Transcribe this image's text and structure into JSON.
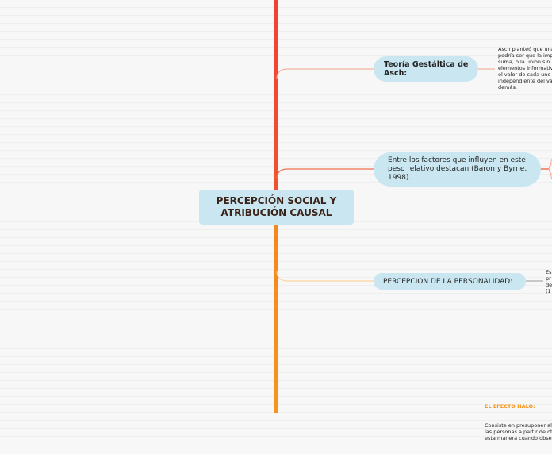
{
  "diagram": {
    "type": "mind-map",
    "central_topic": {
      "line1": "PERCEPCIÓN SOCIAL Y",
      "line2": "ATRIBUCIÓN CAUSAL"
    },
    "trunk_colors": {
      "top": "#ef4136",
      "bottom": "#f7941d"
    },
    "node_color": "#c9e6f1",
    "branches": [
      {
        "label": "Teoría Gestáltica de Asch:",
        "link_color": "#f4b4a0",
        "note": "Asch planteó que una\npodría ser que la imp\nsuma, o la unión sin\nelementos informativ\nel valor de cada uno\nindependiente del va\ndemás."
      },
      {
        "label": "Entre los factores que influyen en este peso relativo destacan (Baron y Byrne, 1998).",
        "link_color": "#f07050"
      },
      {
        "label": "PERCEPCION DE LA PERSONALIDAD:",
        "link_color": "#fbd5a0",
        "note": "Es\npr\nde\n(1"
      }
    ],
    "bottom_note": {
      "title": "EL EFECTO HALO:",
      "text": "Consiste en presuponer al\nlas personas a partir de ot\nesta manera cuando obse"
    }
  }
}
